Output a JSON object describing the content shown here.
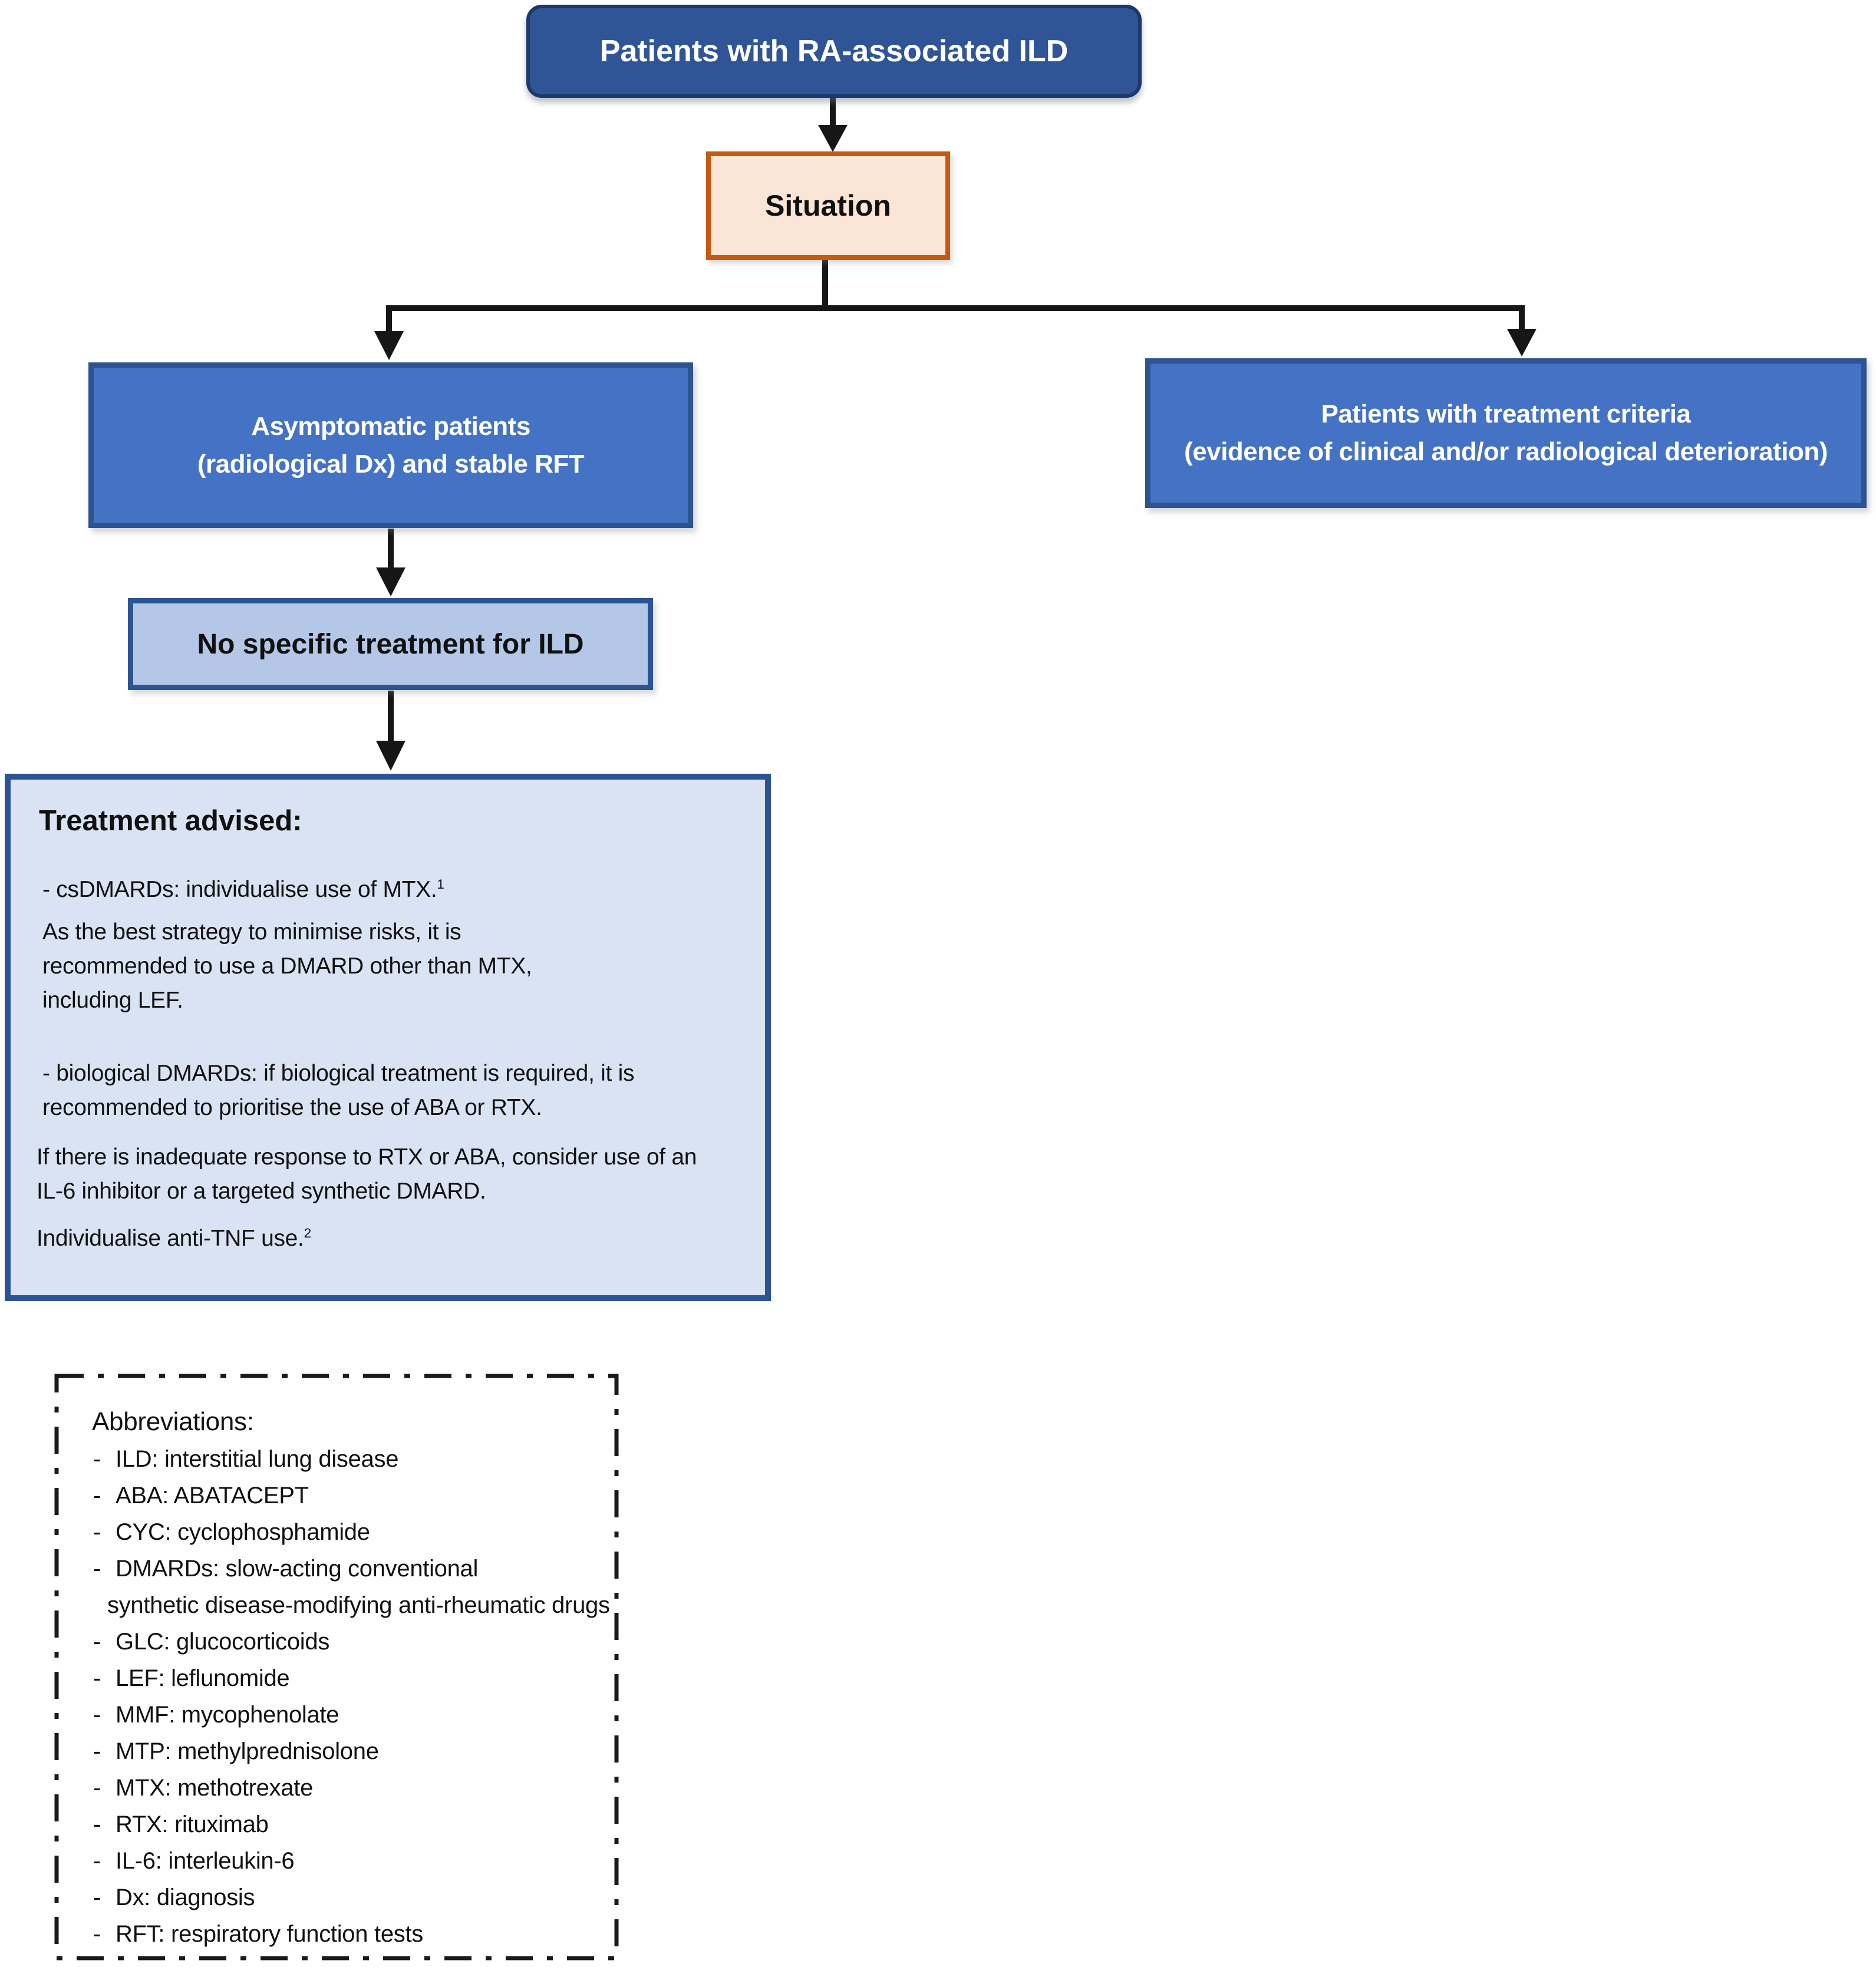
{
  "flowchart": {
    "top_box": {
      "label": "Patients with RA-associated ILD"
    },
    "situation_box": {
      "label": "Situation"
    },
    "left_box": {
      "line1": "Asymptomatic patients",
      "line2": "(radiological Dx) and stable RFT"
    },
    "right_box": {
      "line1": "Patients with treatment criteria",
      "line2": "(evidence of clinical and/or radiological deterioration)"
    },
    "no_treatment_box": {
      "label": "No specific treatment for ILD"
    },
    "treatment_box": {
      "heading": "Treatment advised:",
      "csdmards_line": "- csDMARDs: individualise use of MTX.",
      "csdmards_sup": "1",
      "strategy_lines": [
        "As the best strategy to minimise risks, it is",
        "recommended to use a DMARD other than MTX,",
        "including LEF."
      ],
      "biological_lines": [
        "- biological DMARDs: if biological treatment is required, it is",
        "recommended to prioritise the use of ABA or RTX."
      ],
      "inadequate_lines": [
        "If there is inadequate response to RTX or ABA, consider use of an",
        "IL-6 inhibitor or a targeted synthetic DMARD."
      ],
      "anti_tnf_line": "Individualise anti-TNF use.",
      "anti_tnf_sup": "2"
    }
  },
  "abbreviations": {
    "title": "Abbreviations:",
    "bullet": "-",
    "items": [
      "ILD: interstitial lung disease",
      "ABA: ABATACEPT",
      "CYC: cyclophosphamide",
      "DMARDs: slow-acting conventional",
      "GLC: glucocorticoids",
      "LEF: leflunomide",
      "MMF: mycophenolate",
      "MTP: methylprednisolone",
      "MTX: methotrexate",
      "RTX: rituximab",
      "IL-6: interleukin-6",
      "Dx: diagnosis",
      "RFT: respiratory function tests"
    ],
    "dmards_continuation": "synthetic disease-modifying anti-rheumatic drugs"
  },
  "colors": {
    "dark_blue_fill": "#2f5597",
    "dark_blue_border": "#1b3a6b",
    "mid_blue_fill": "#4472c4",
    "mid_blue_border": "#2d5492",
    "light_blue_fill": "#b4c7e7",
    "lighter_blue_fill": "#dae3f3",
    "peach_fill": "#fbe5d6",
    "orange_border": "#c55a11",
    "arrow_color": "#161616",
    "line_color": "#1a1a1a"
  }
}
